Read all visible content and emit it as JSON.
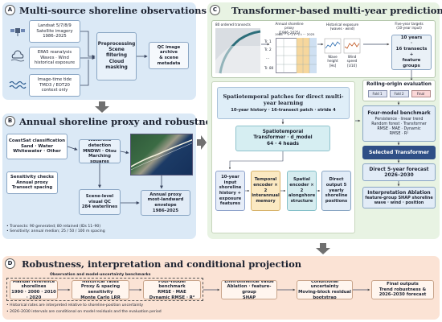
{
  "panels": {
    "a": {
      "letter": "A",
      "title": "Multi-source shoreline observations"
    },
    "b": {
      "letter": "B",
      "title": "Annual shoreline proxy and robustness"
    },
    "c": {
      "letter": "C",
      "title": "Transformer-based multi-year prediction"
    },
    "d": {
      "letter": "D",
      "title": "Robustness, interpretation and conditional projection"
    }
  },
  "a": {
    "landsat": "Landsat 5/7/8/9\nSatellite imagery\n1986–2025",
    "era5": "ERA5 reanalysis\nWaves · Wind\nhistorical exposure",
    "tide": "Image-time tide\nTMD3 / EOT20\ncontext only",
    "process": "Preprocessing\nScene filtering\nCloud masking",
    "qc": "QC image archive\n& scene metadata"
  },
  "b": {
    "class": "CoastSat classification\nSand · Water\nWhitewater · Other",
    "detect": "Waterline detection\nMNDWI · Otsu\nMarching squares",
    "sens": "Sensitivity checks\nAnnual proxy\nTransect spacing",
    "scene": "Scene-level visual QC\n284 waterlines",
    "annual": "Annual proxy\nmost-landward envelope\n1986–2025",
    "notes": [
      "• Transects: 90 generated; 80 retained (IDs 11–90)",
      "• Sensitivity: annual median; 25 / 50 / 100 m spacing"
    ]
  },
  "c": {
    "transects_label": "80 ordered transects",
    "table_title": "Annual shoreline proxy\n(1986–2025)",
    "table_header": "1986  ···  t−2  t−1   t   ···  2025",
    "table_rows": [
      "Tr. 1",
      "Tr. 2",
      "···",
      "Tr. 80"
    ],
    "exposure_label": "Historical exposure\n(waves · wind)",
    "wave_label": "Wave height\n[Hs]",
    "wind_label": "Wind speed\n[U10]",
    "future_label": "Five-year targets\n(10-year input)",
    "inputs": "10 years\n·\n16 transects\n+\nfeature groups",
    "patch_title": "Spatiotemporal patches for direct multi-year learning",
    "patch_sub": "10-year history · 16-transect patch · stride 4",
    "core": "Spatiotemporal\nTransformer · d_model\n64 · 4 heads",
    "input_box": "10-year input shoreline history + exposure features",
    "temporal": "Temporal encoder × 2 interannual memory",
    "spatial": "Spatial encoder × 2 alongshore structure",
    "direct": "Direct output 5 yearly shoreline positions",
    "rolling": "Rolling-origin evaluation",
    "folds": [
      "Fold 1",
      "Fold 2",
      "Final"
    ],
    "benchmark_title": "Four-model benchmark",
    "benchmark_text": "Persistence · linear trend\nRandom forest · Transformer\nRMSE · MAE · Dynamic\nRMSE · R²",
    "selected": "Selected Transformer",
    "forecast": "Direct 5-year forecast\n2026–2030",
    "ablation_title": "Interpretation Ablation",
    "ablation_text": "feature-group SHAP shoreline\nwave · wind · position"
  },
  "d": {
    "benchmarks_label": "Observation and model-uncertainty benchmarks",
    "steps": [
      "Manual reference\nshorelines\n1990 · 2000 · 2010 · 2020",
      "Historical rates\nProxy & spacing sensitivity\nMonte Carlo LRR",
      "Four-model benchmark\nRMSE · MAE\nDynamic RMSE · R²",
      "Environmental value\nAblation · feature-group\nSHAP",
      "Conditional uncertainty\nMoving-block residual\nbootstrap",
      "Final outputs\nTrend robustness &\n2026–2030 forecast"
    ],
    "notes": [
      "• Historical rates are interpreted relative to shoreline-position uncertainty",
      "• 2026–2030 intervals are conditional on model residuals and the evaluation period"
    ]
  },
  "colors": {
    "panel_a_bg": "#dbe9f6",
    "panel_b_bg": "#dbe9f6",
    "panel_c_bg": "#e8f3e3",
    "panel_d_bg": "#fbe3d5",
    "teal": "#d5ecef",
    "gold": "#fbe9c2",
    "navy_fill": "#2f4f86"
  }
}
